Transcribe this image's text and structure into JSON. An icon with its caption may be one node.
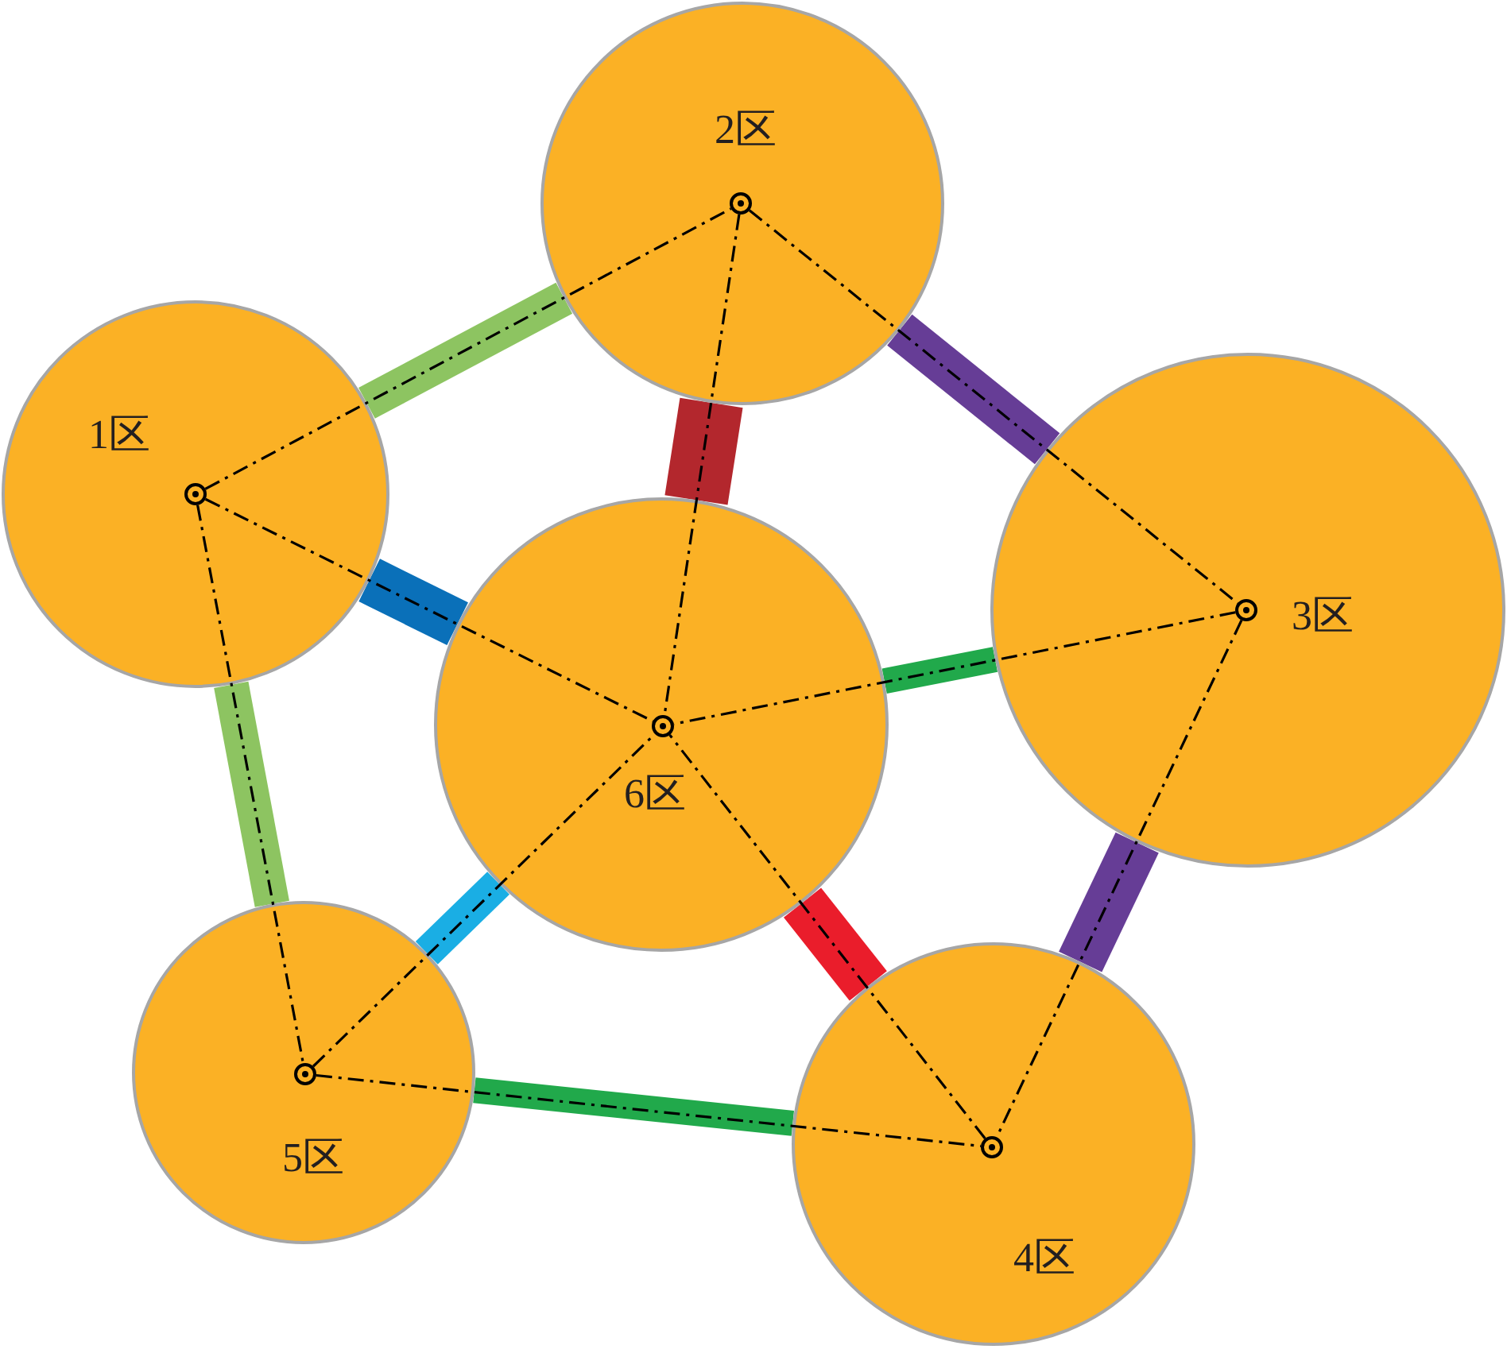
{
  "diagram": {
    "nodes": [
      {
        "text": [
          "1区"
        ]
      },
      {
        "text": [
          "2区"
        ]
      },
      {
        "text": [
          "3区"
        ]
      },
      {
        "text": [
          "4区"
        ]
      },
      {
        "text": [
          "5区"
        ]
      },
      {
        "text": [
          "6区"
        ]
      },
      {
        "text": [],
        "shape": "circle",
        "in": 0
      },
      {
        "text": [],
        "shape": "circle",
        "in": 1
      },
      {
        "text": [],
        "shape": "circle",
        "in": 2
      },
      {
        "text": [],
        "shape": "circle",
        "in": 3
      },
      {
        "text": [],
        "shape": "circle",
        "in": 4
      },
      {
        "text": [],
        "shape": "circle",
        "in": 5
      }
    ],
    "edges": [
      {
        "from": 0,
        "to": 1,
        "arrow": "none",
        "style": "thick",
        "color": "#8dc461"
      },
      {
        "from": 1,
        "to": 2,
        "arrow": "none",
        "style": "thick",
        "color": "#663d96"
      },
      {
        "from": 1,
        "to": 5,
        "arrow": "none",
        "style": "thick",
        "color": "#b3272d"
      },
      {
        "from": 0,
        "to": 5,
        "arrow": "none",
        "style": "thick",
        "color": "#0a70b9"
      },
      {
        "from": 2,
        "to": 5,
        "arrow": "none",
        "style": "thick",
        "color": "#21a94b"
      },
      {
        "from": 2,
        "to": 3,
        "arrow": "none",
        "style": "thick",
        "color": "#663d96"
      },
      {
        "from": 3,
        "to": 5,
        "arrow": "none",
        "style": "thick",
        "color": "#ea1d2b"
      },
      {
        "from": 4,
        "to": 5,
        "arrow": "none",
        "style": "thick",
        "color": "#1aaee4"
      },
      {
        "from": 0,
        "to": 4,
        "arrow": "none",
        "style": "thick",
        "color": "#8dc461"
      },
      {
        "from": 4,
        "to": 3,
        "arrow": "none",
        "style": "thick",
        "color": "#21a94b"
      },
      {
        "from": 6,
        "to": 7,
        "arrow": "none",
        "style": "dashed"
      },
      {
        "from": 7,
        "to": 8,
        "arrow": "none",
        "style": "dashed"
      },
      {
        "from": 6,
        "to": 11,
        "arrow": "none",
        "style": "dashed"
      },
      {
        "from": 7,
        "to": 11,
        "arrow": "none",
        "style": "dashed"
      },
      {
        "from": 8,
        "to": 11,
        "arrow": "none",
        "style": "dashed"
      },
      {
        "from": 8,
        "to": 9,
        "arrow": "none",
        "style": "dashed"
      },
      {
        "from": 9,
        "to": 11,
        "arrow": "none",
        "style": "dashed"
      },
      {
        "from": 10,
        "to": 11,
        "arrow": "none",
        "style": "dashed"
      },
      {
        "from": 6,
        "to": 10,
        "arrow": "none",
        "style": "dashed"
      },
      {
        "from": 10,
        "to": 9,
        "arrow": "none",
        "style": "dashed"
      }
    ]
  }
}
